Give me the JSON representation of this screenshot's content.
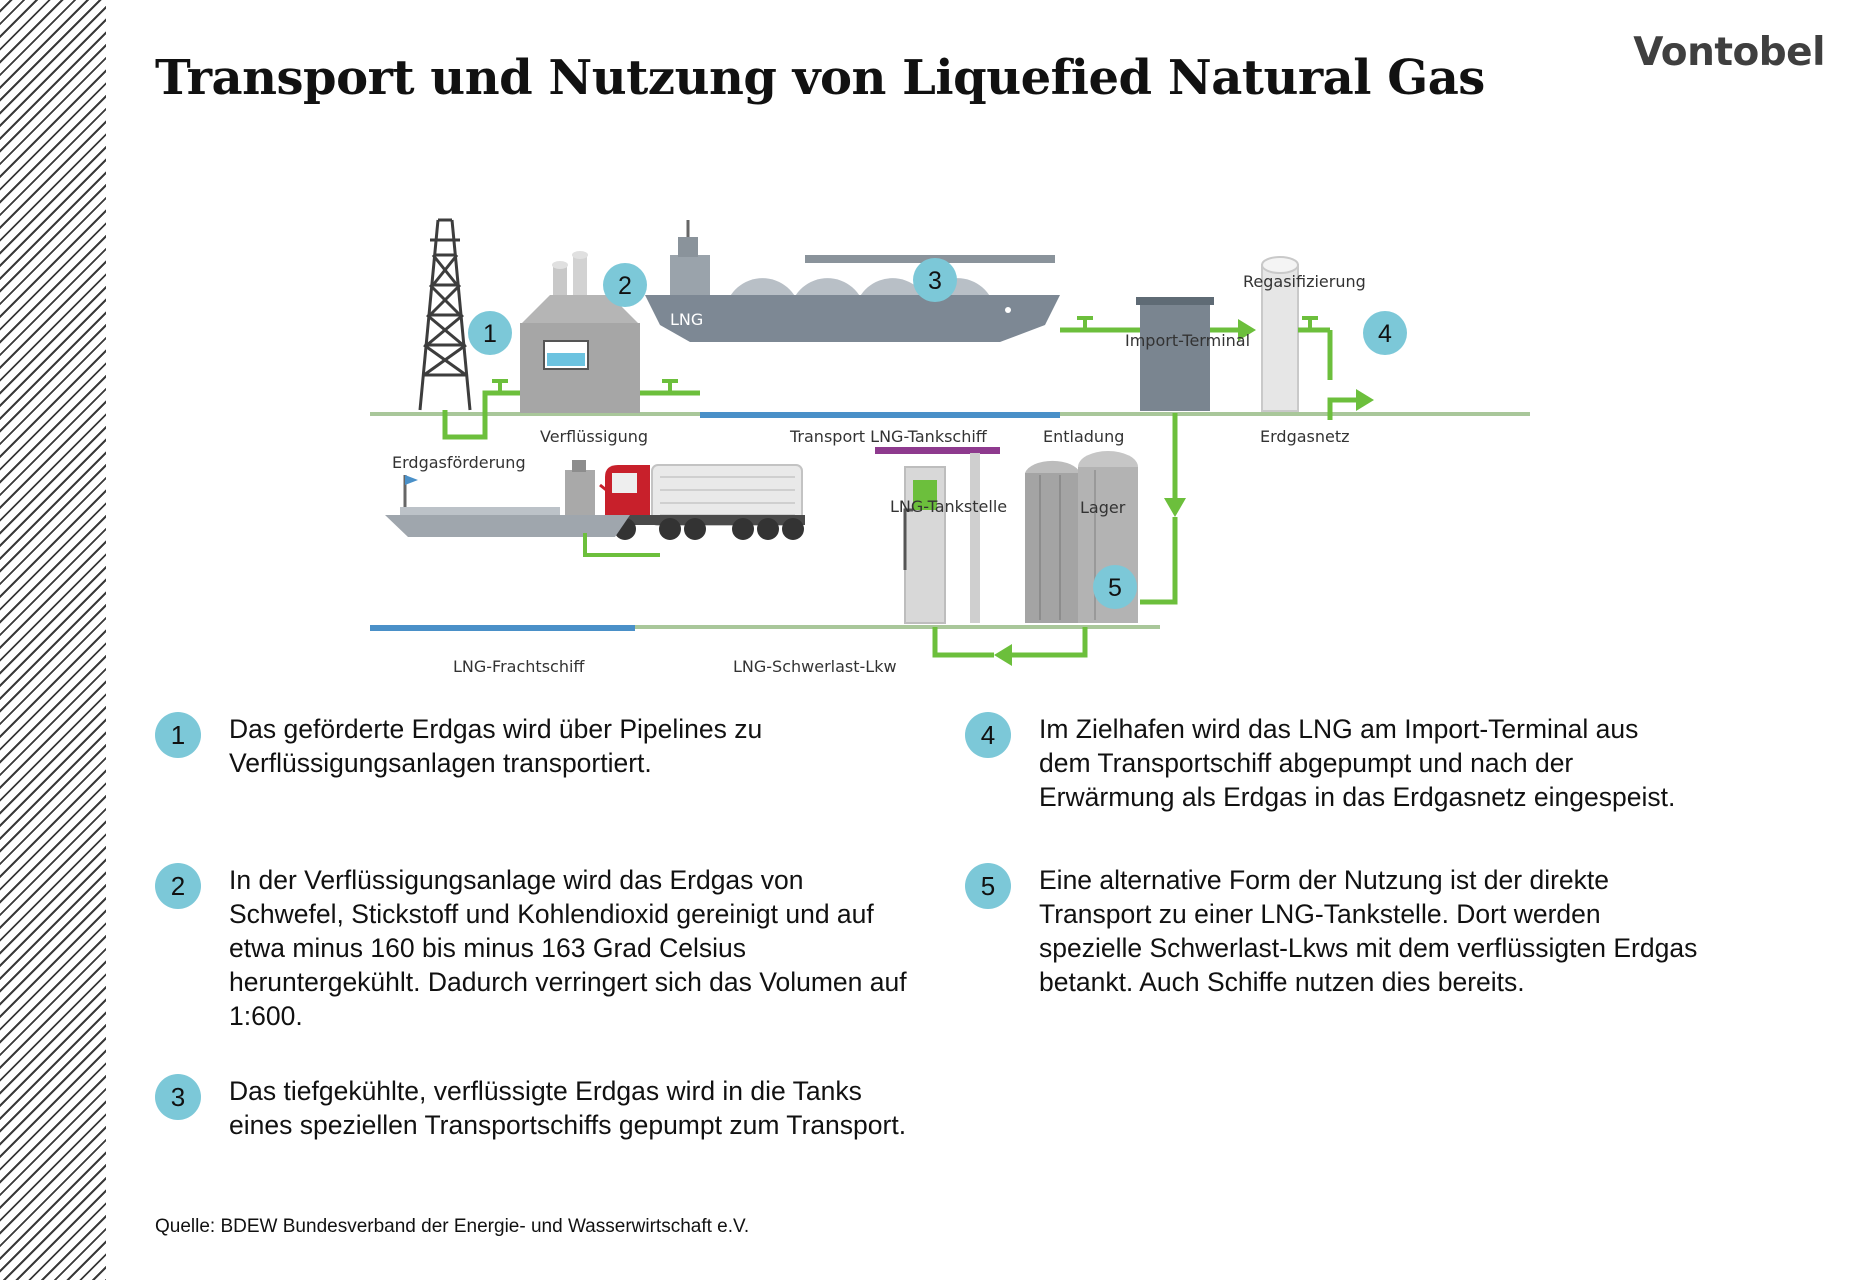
{
  "title": "Transport und Nutzung von Liquefied Natural Gas",
  "brand": "Vontobel",
  "diagram": {
    "labels": {
      "erdgasfoerderung": "Erdgasförderung",
      "verfluessigung": "Verflüssigung",
      "transport": "Transport LNG-Tankschiff",
      "entladung": "Entladung",
      "import_terminal": "Import-Terminal",
      "regasifizierung": "Regasifizierung",
      "erdgasnetz": "Erdgasnetz",
      "tankstelle": "LNG-Tankstelle",
      "lager": "Lager",
      "frachtschiff": "LNG-Frachtschiff",
      "lkw": "LNG-Schwerlast-Lkw",
      "ship_hull": "LNG"
    },
    "markers": [
      "1",
      "2",
      "3",
      "4",
      "5"
    ]
  },
  "legend": [
    {
      "number": "1",
      "text": "Das geförderte Erdgas wird über Pipelines zu\nVerflüssigungsanlagen transportiert."
    },
    {
      "number": "2",
      "text": "In der Verflüssigungsanlage wird das Erdgas von\nSchwefel, Stickstoff und Kohlendioxid gereinigt und auf\netwa minus 160 bis minus 163 Grad Celsius\nheruntergekühlt. Dadurch verringert sich das Volumen auf\n1:600."
    },
    {
      "number": "3",
      "text": "Das tiefgekühlte, verflüssigte Erdgas wird in die Tanks\neines speziellen Transportschiffs gepumpt zum Transport."
    },
    {
      "number": "4",
      "text": "Im Zielhafen wird das LNG am Import-Terminal aus\ndem Transportschiff abgepumpt und nach der\nErwärmung als Erdgas in das Erdgasnetz eingespeist."
    },
    {
      "number": "5",
      "text": "Eine alternative Form der Nutzung ist der direkte\nTransport zu einer LNG-Tankstelle. Dort werden\nspezielle Schwerlast-Lkws mit dem verflüssigten Erdgas\nbetankt. Auch Schiffe nutzen dies bereits."
    }
  ],
  "source": "Quelle: BDEW Bundesverband der Energie- und Wasserwirtschaft e.V.",
  "colors": {
    "accent": "#7cc8d8",
    "pipe": "#6cbf3c",
    "ground": "#a9c79a",
    "water": "#4a90c8",
    "ship": "#7d8894"
  }
}
